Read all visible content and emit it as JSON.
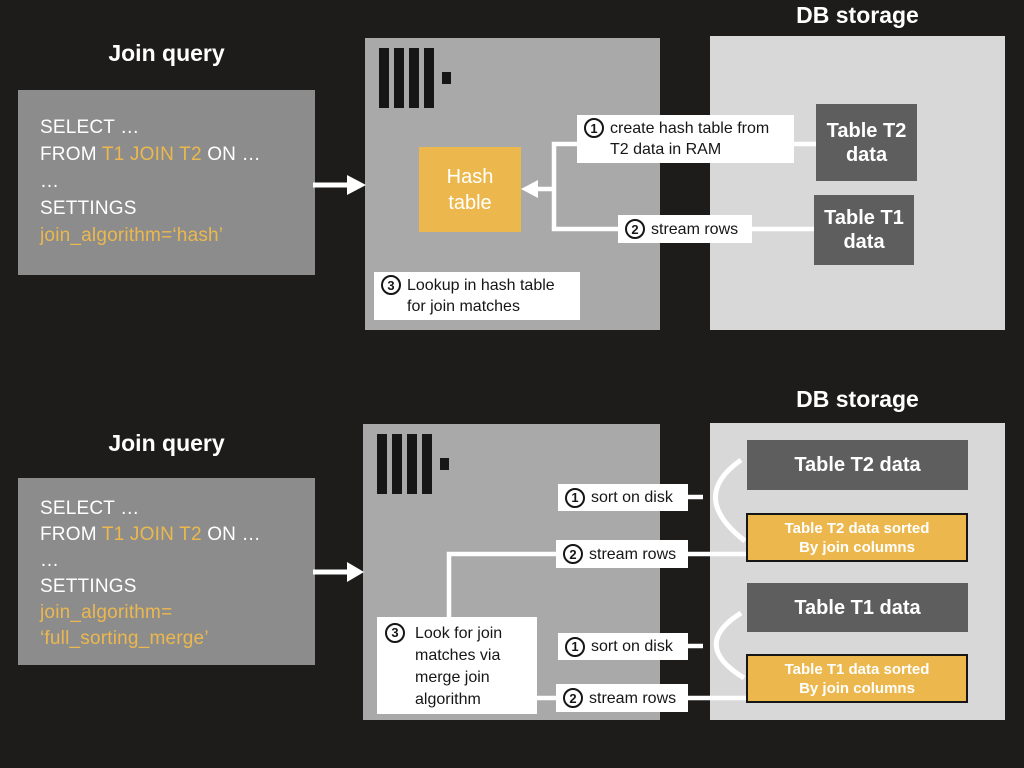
{
  "colors": {
    "background": "#1d1c1a",
    "query_box_gray": "#8c8c8c",
    "server_gray": "#a9a9a9",
    "db_storage_gray": "#d8d8d8",
    "table_dark_gray": "#5e5e5e",
    "accent_yellow": "#ecb84e",
    "line_white": "#ffffff",
    "logo_black": "#161616"
  },
  "hash_join": {
    "title": "Join query",
    "db_title": "DB storage",
    "query": {
      "l1": "SELECT …",
      "l2a": "FROM ",
      "l2b": "T1 JOIN T2",
      "l2c": " ON …",
      "l3": "…",
      "l4": "SETTINGS",
      "l5": "join_algorithm=‘hash’"
    },
    "hash_table": "Hash table",
    "steps": {
      "s1_num": "1",
      "s1": "create hash table from T2 data in RAM",
      "s2_num": "2",
      "s2": "stream rows",
      "s3_num": "3",
      "s3": "Lookup in hash table for join matches"
    },
    "t2": "Table T2 data",
    "t1": "Table T1 data"
  },
  "merge_join": {
    "title": "Join query",
    "db_title": "DB storage",
    "query": {
      "l1": "SELECT …",
      "l2a": "FROM ",
      "l2b": "T1 JOIN T2",
      "l2c": " ON …",
      "l3": "…",
      "l4": "SETTINGS",
      "l5": "join_algorithm=",
      "l6": "‘full_sorting_merge’"
    },
    "steps": {
      "sort_num": "1",
      "sort": "sort on disk",
      "stream_num": "2",
      "stream": "stream rows",
      "s3_num": "3",
      "s3": "Look for join matches via merge join algorithm"
    },
    "t2": "Table T2 data",
    "t2_sorted_l1": "Table T2 data sorted",
    "t2_sorted_l2": "By join columns",
    "t1": "Table T1 data",
    "t1_sorted_l1": "Table T1 data sorted",
    "t1_sorted_l2": "By join columns"
  }
}
